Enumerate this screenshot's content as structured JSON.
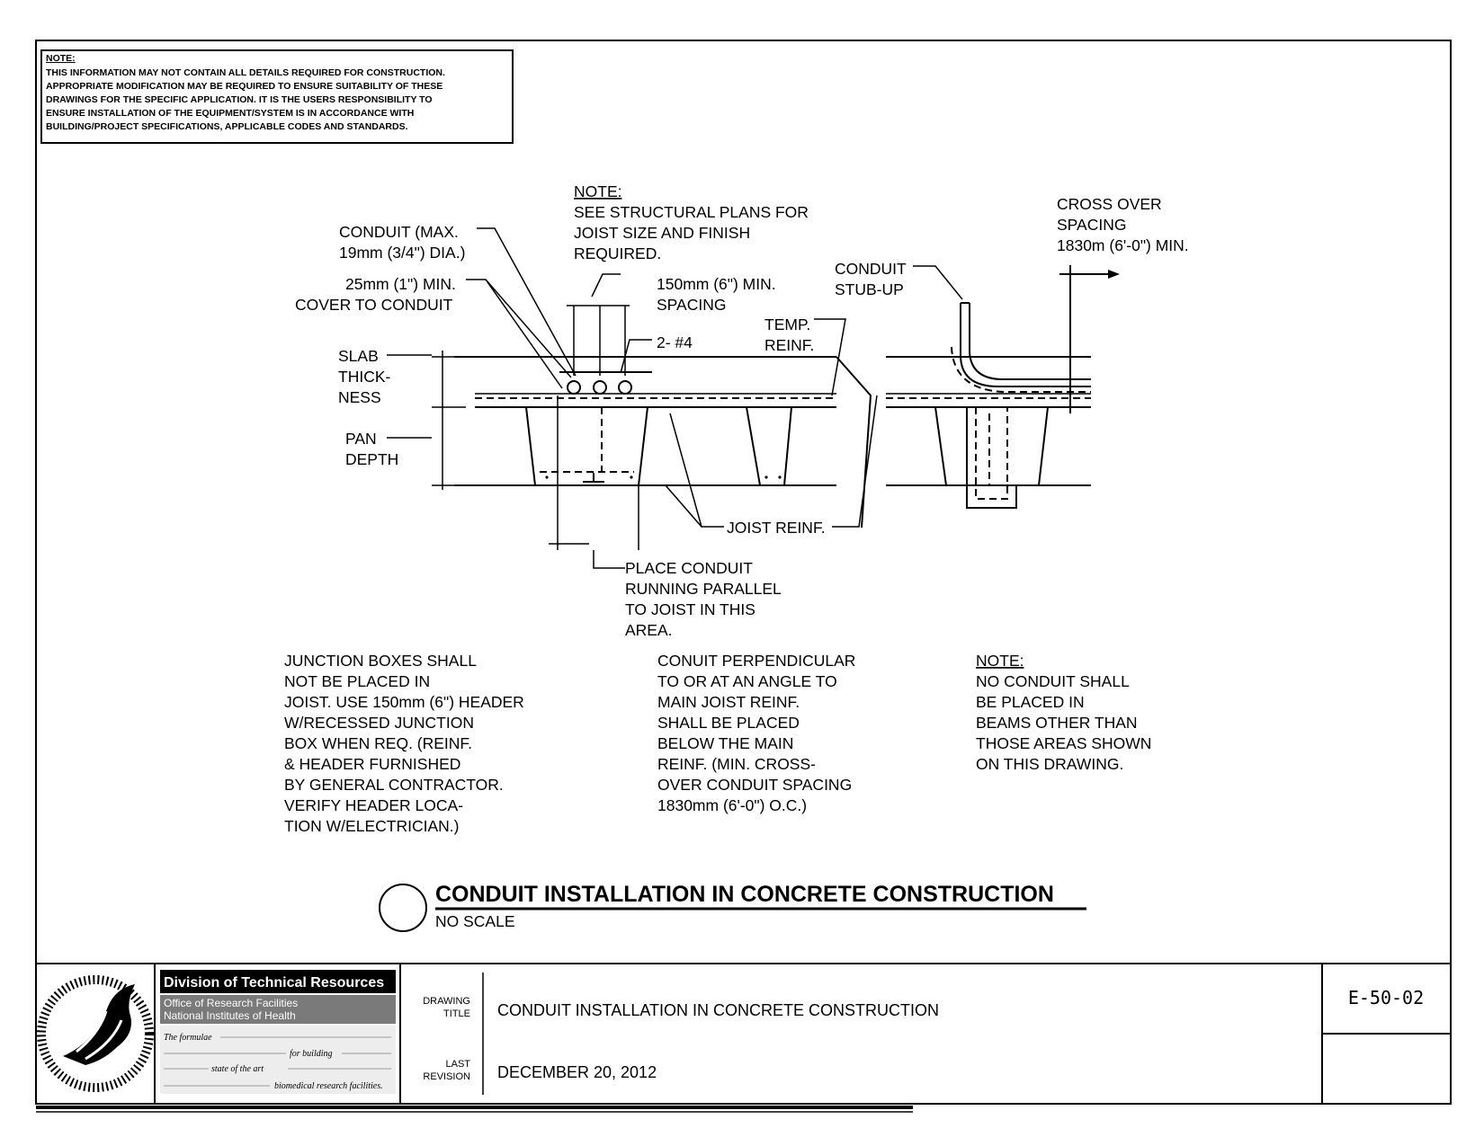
{
  "note_box": {
    "heading": "NOTE:",
    "lines": [
      "THIS INFORMATION MAY NOT CONTAIN ALL DETAILS REQUIRED FOR CONSTRUCTION.",
      "APPROPRIATE MODIFICATION MAY BE REQUIRED TO ENSURE SUITABILITY OF THESE",
      "DRAWINGS FOR THE SPECIFIC APPLICATION.  IT IS THE USERS RESPONSIBILITY TO",
      "ENSURE INSTALLATION OF THE EQUIPMENT/SYSTEM IS IN ACCORDANCE WITH",
      "BUILDING/PROJECT SPECIFICATIONS, APPLICABLE CODES AND STANDARDS."
    ]
  },
  "labels": {
    "note_struct": [
      "NOTE:",
      "SEE STRUCTURAL PLANS FOR",
      "JOIST SIZE AND FINISH",
      "REQUIRED."
    ],
    "conduit_max": [
      "CONDUIT (MAX.",
      "19mm (3/4\") DIA.)"
    ],
    "cover": [
      "25mm (1\") MIN.",
      "COVER TO CONDUIT"
    ],
    "spacing": [
      "150mm (6\") MIN.",
      "SPACING"
    ],
    "bars": "2- #4",
    "temp_reinf": [
      "TEMP.",
      "REINF."
    ],
    "stub_up": [
      "CONDUIT",
      "STUB-UP"
    ],
    "cross_over": [
      "CROSS OVER",
      "SPACING",
      "1830m (6'-0\") MIN."
    ],
    "slab": [
      "SLAB",
      "THICK-",
      "NESS"
    ],
    "pan": [
      "PAN",
      "DEPTH"
    ],
    "joist_reinf": "JOIST REINF.",
    "place_conduit": [
      "PLACE CONDUIT",
      "RUNNING PARALLEL",
      "TO JOIST IN THIS",
      "AREA."
    ]
  },
  "notes": {
    "junction": [
      "JUNCTION BOXES SHALL",
      "NOT BE PLACED IN",
      "JOIST. USE 150mm (6\") HEADER",
      "W/RECESSED JUNCTION",
      "BOX WHEN REQ. (REINF.",
      "& HEADER FURNISHED",
      "BY GENERAL CONTRACTOR.",
      "VERIFY HEADER LOCA-",
      "TION W/ELECTRICIAN.)"
    ],
    "perpendicular": [
      "CONUIT PERPENDICULAR",
      "TO OR AT AN ANGLE TO",
      "MAIN JOIST REINF.",
      "SHALL BE PLACED",
      "BELOW THE MAIN",
      "REINF. (MIN. CROSS-",
      "OVER CONDUIT SPACING",
      "1830mm (6'-0\") O.C.)"
    ],
    "beams": [
      "NOTE:",
      "NO CONDUIT SHALL",
      "BE PLACED IN",
      "BEAMS OTHER THAN",
      "THOSE AREAS SHOWN",
      "ON THIS DRAWING."
    ]
  },
  "detail_title": {
    "title": "CONDUIT INSTALLATION IN CONCRETE CONSTRUCTION",
    "scale": "NO SCALE"
  },
  "title_block": {
    "org": "Division of Technical Resources",
    "office": "Office of Research Facilities",
    "institute": "National Institutes of Health",
    "tagline": [
      "The formulae",
      "for building",
      "state of the art",
      "biomedical research facilities."
    ],
    "drawing_title_label": [
      "DRAWING",
      "TITLE"
    ],
    "drawing_title": "CONDUIT INSTALLATION IN CONCRETE CONSTRUCTION",
    "last_revision_label": [
      "LAST",
      "REVISION"
    ],
    "last_revision": "DECEMBER 20, 2012",
    "sheet_number": "E-50-02"
  }
}
